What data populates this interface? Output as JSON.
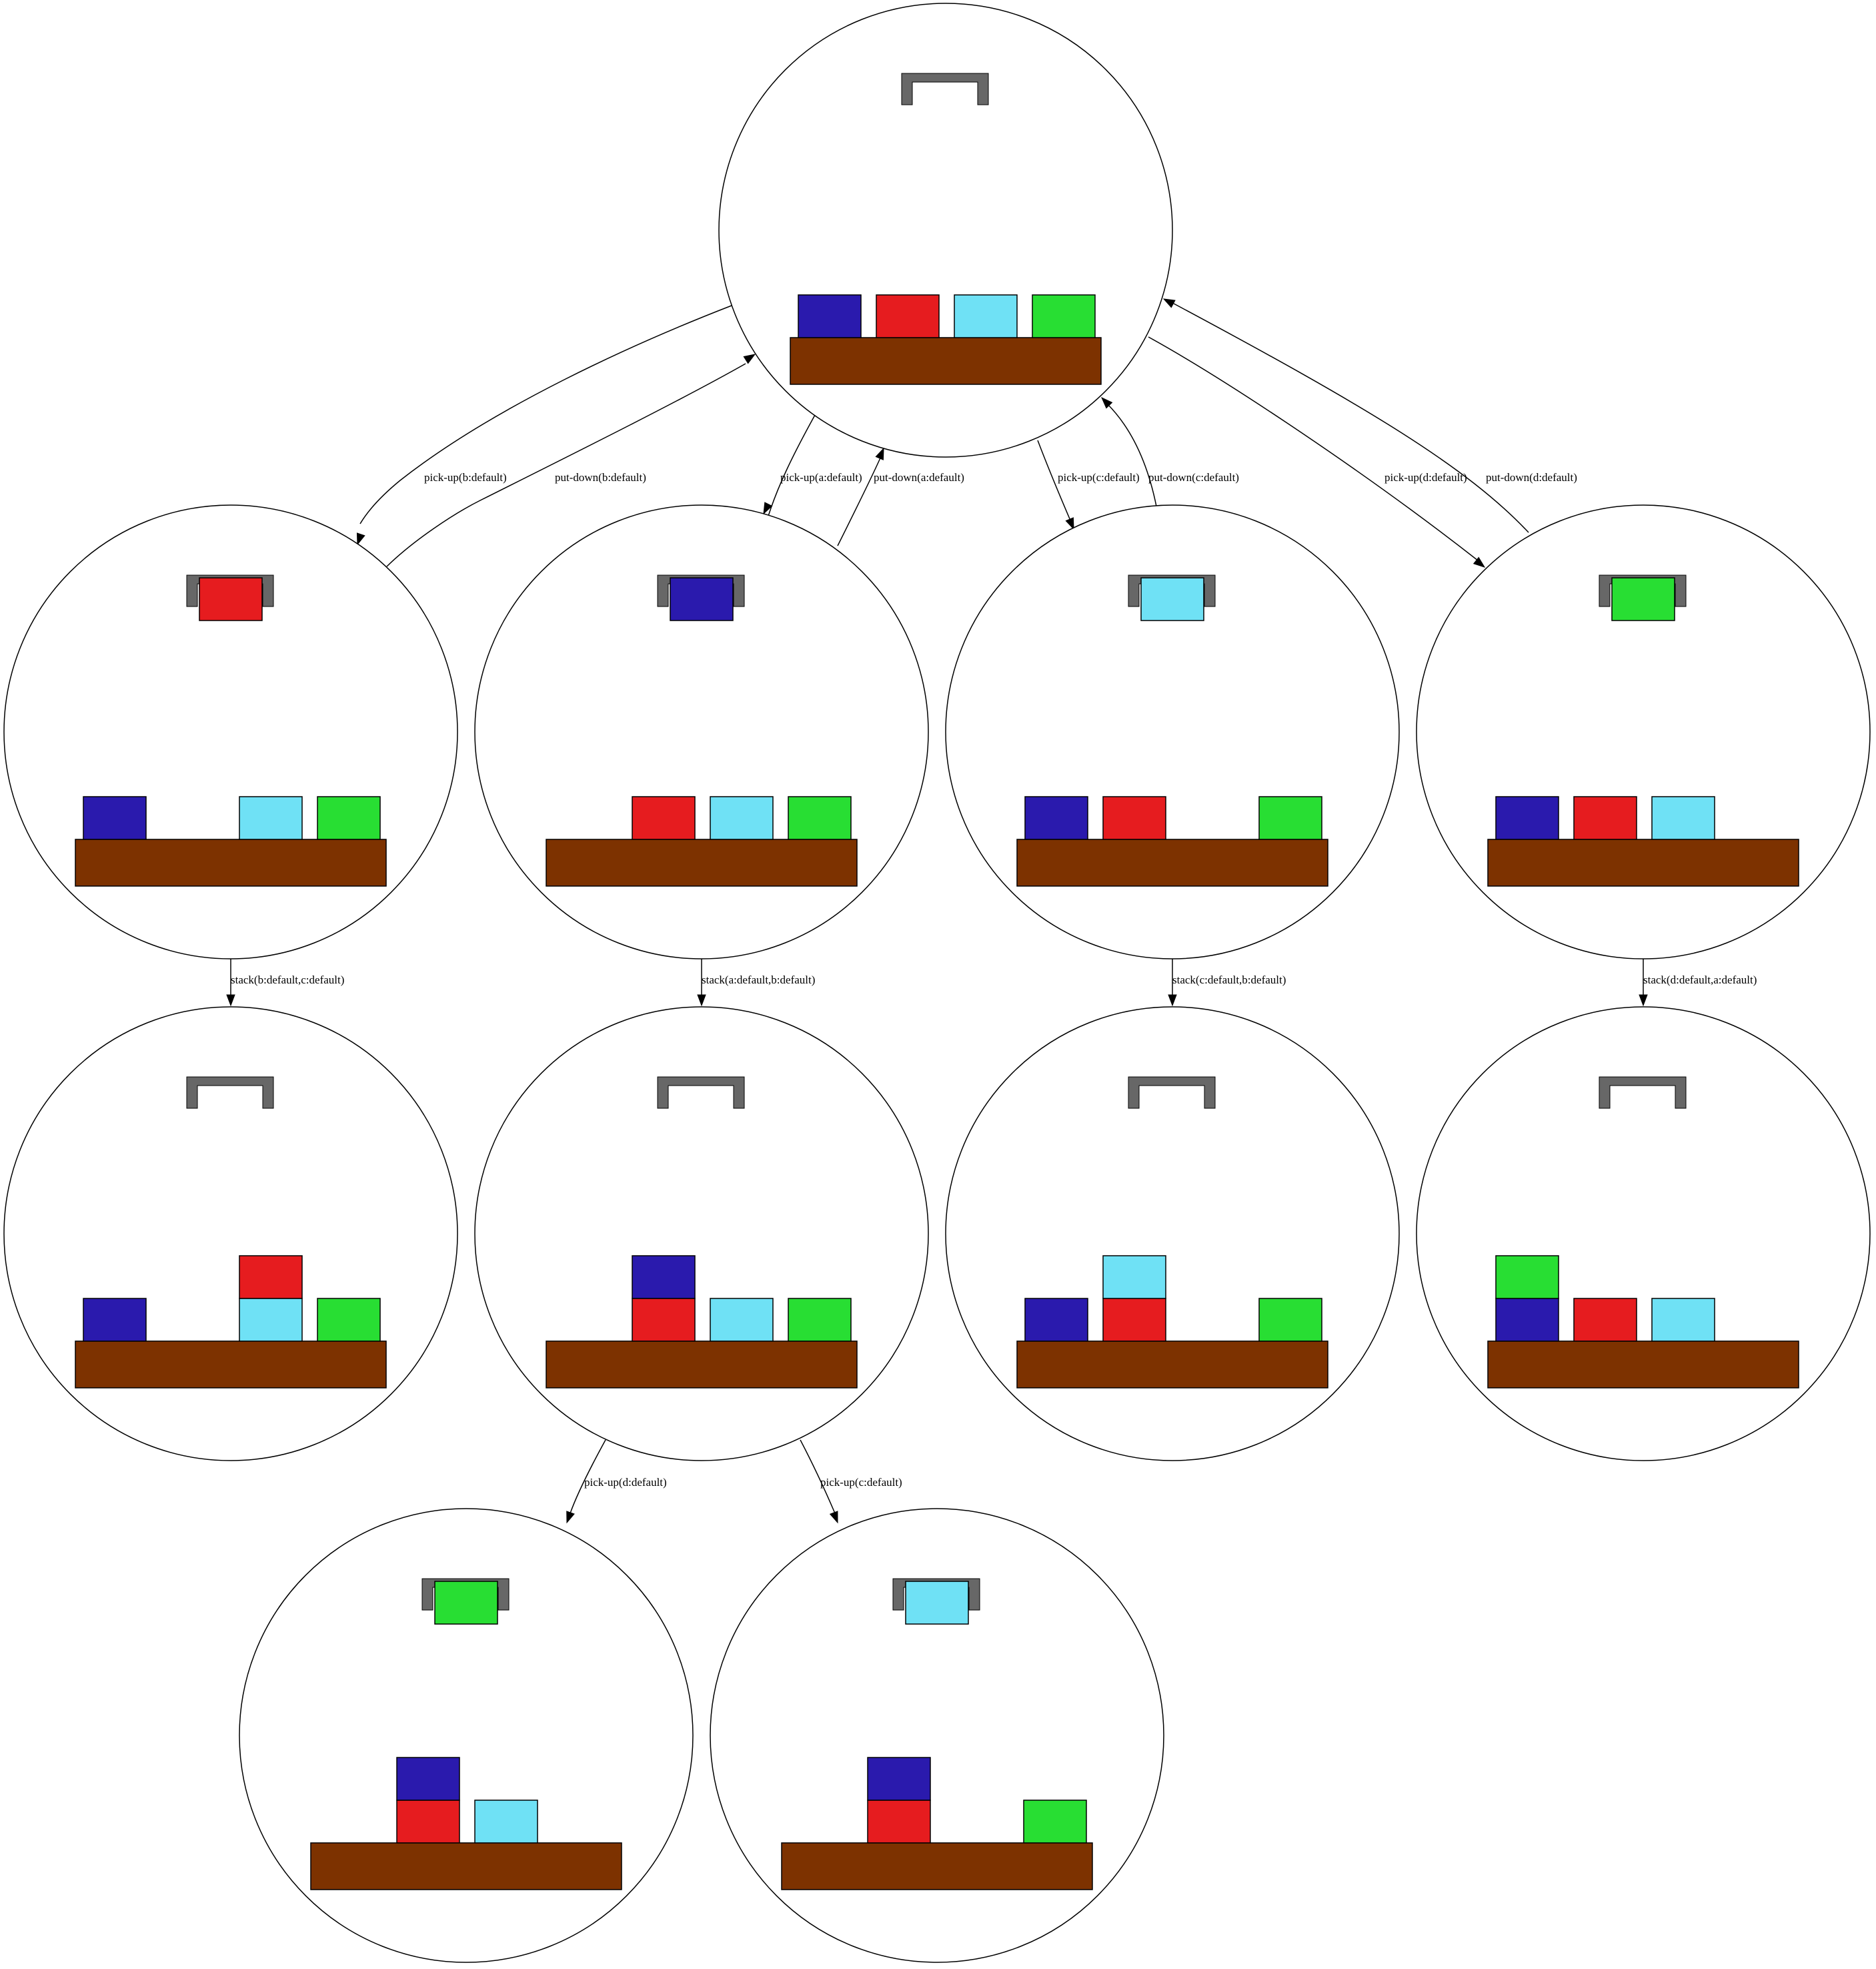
{
  "colors": {
    "table": "#7d3200",
    "gripper": "#676767",
    "a": "#2a1aad",
    "b": "#e61c1f",
    "c": "#6fe1f5",
    "d": "#28de33"
  },
  "states": [
    {
      "id": "s0",
      "holding": null,
      "stacks": [
        [
          "a"
        ],
        [
          "b"
        ],
        [
          "c"
        ],
        [
          "d"
        ]
      ]
    },
    {
      "id": "s1",
      "holding": "b",
      "stacks": [
        [
          "a"
        ],
        [],
        [
          "c"
        ],
        [
          "d"
        ]
      ]
    },
    {
      "id": "s2",
      "holding": "a",
      "stacks": [
        [],
        [
          "b"
        ],
        [
          "c"
        ],
        [
          "d"
        ]
      ]
    },
    {
      "id": "s3",
      "holding": "c",
      "stacks": [
        [
          "a"
        ],
        [
          "b"
        ],
        [],
        [
          "d"
        ]
      ]
    },
    {
      "id": "s4",
      "holding": "d",
      "stacks": [
        [
          "a"
        ],
        [
          "b"
        ],
        [
          "c"
        ],
        []
      ]
    },
    {
      "id": "s5",
      "holding": null,
      "stacks": [
        [
          "a"
        ],
        [],
        [
          "c",
          "b"
        ],
        [
          "d"
        ]
      ]
    },
    {
      "id": "s6",
      "holding": null,
      "stacks": [
        [],
        [
          "b",
          "a"
        ],
        [
          "c"
        ],
        [
          "d"
        ]
      ]
    },
    {
      "id": "s7",
      "holding": null,
      "stacks": [
        [
          "a"
        ],
        [
          "b",
          "c"
        ],
        [],
        [
          "d"
        ]
      ]
    },
    {
      "id": "s8",
      "holding": null,
      "stacks": [
        [
          "a",
          "d"
        ],
        [
          "b"
        ],
        [
          "c"
        ],
        []
      ]
    },
    {
      "id": "s9",
      "holding": "d",
      "stacks": [
        [],
        [
          "b",
          "a"
        ],
        [
          "c"
        ],
        []
      ]
    },
    {
      "id": "s10",
      "holding": "c",
      "stacks": [
        [],
        [
          "b",
          "a"
        ],
        [],
        [
          "d"
        ]
      ]
    }
  ],
  "edges": [
    {
      "from": "s0",
      "to": "s1",
      "label": "pick-up(b:default)"
    },
    {
      "from": "s1",
      "to": "s0",
      "label": "put-down(b:default)"
    },
    {
      "from": "s0",
      "to": "s2",
      "label": "pick-up(a:default)"
    },
    {
      "from": "s2",
      "to": "s0",
      "label": "put-down(a:default)"
    },
    {
      "from": "s0",
      "to": "s3",
      "label": "pick-up(c:default)"
    },
    {
      "from": "s3",
      "to": "s0",
      "label": "put-down(c:default)"
    },
    {
      "from": "s0",
      "to": "s4",
      "label": "pick-up(d:default)"
    },
    {
      "from": "s4",
      "to": "s0",
      "label": "put-down(d:default)"
    },
    {
      "from": "s1",
      "to": "s5",
      "label": "stack(b:default,c:default)"
    },
    {
      "from": "s2",
      "to": "s6",
      "label": "stack(a:default,b:default)"
    },
    {
      "from": "s3",
      "to": "s7",
      "label": "stack(c:default,b:default)"
    },
    {
      "from": "s4",
      "to": "s8",
      "label": "stack(d:default,a:default)"
    },
    {
      "from": "s6",
      "to": "s9",
      "label": "pick-up(d:default)"
    },
    {
      "from": "s6",
      "to": "s10",
      "label": "pick-up(c:default)"
    }
  ]
}
